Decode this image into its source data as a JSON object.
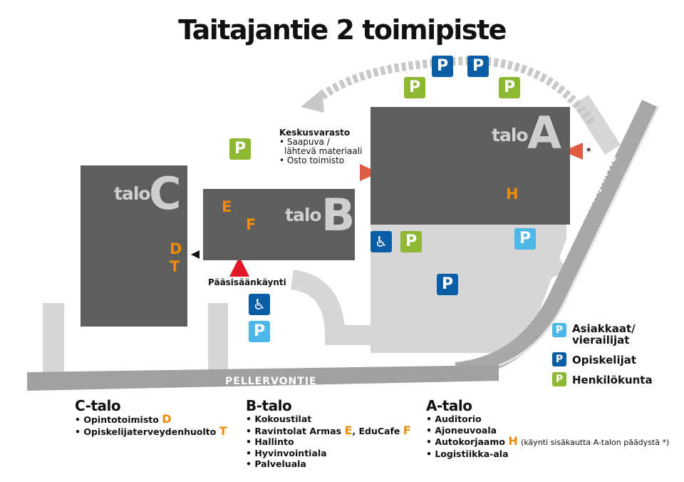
{
  "title": "Taitajantie 2 toimipiste",
  "buildings": {
    "c": {
      "talo": "talo",
      "letter": "C",
      "markers": [
        "D",
        "T"
      ]
    },
    "b": {
      "talo": "talo",
      "letter": "B",
      "markers": [
        "E",
        "F"
      ]
    },
    "a": {
      "talo": "talo",
      "letter": "A",
      "markers": [
        "H"
      ]
    }
  },
  "parking_symbol": "P",
  "keskusvarasto": {
    "title": "Keskusvarasto",
    "items": [
      "Saapuva /",
      "lähtevä materiaali",
      "Osto toimisto"
    ]
  },
  "entrance": "Pääsisäänkäynti",
  "asterisk": "*",
  "roads": {
    "pellervontie": "PELLERVONTIE",
    "taitajantie": "TAITAJANTIE"
  },
  "legend": [
    {
      "label": "Asiakkaat/ vierailijat",
      "color": "#4bb8e8"
    },
    {
      "label": "Opiskelijat",
      "color": "#0a5ea8"
    },
    {
      "label": "Henkilökunta",
      "color": "#8cb832"
    }
  ],
  "colors": {
    "building": "#5e5e5e",
    "marker": "#f08c00",
    "entrance_arrow": "#e0182a",
    "side_arrow": "#e05a44"
  },
  "sections": {
    "c": {
      "title": "C-talo",
      "items": [
        {
          "text": "Opintotoimisto",
          "mark": "D"
        },
        {
          "text": "Opiskelijaterveydenhuolto",
          "mark": "T"
        }
      ]
    },
    "b": {
      "title": "B-talo",
      "items": [
        "Kokoustilat",
        "Ravintolat Armas",
        "Hallinto",
        "Hyvinvointiala",
        "Palveluala"
      ],
      "marks": [
        "E",
        ", EduCafe",
        "F"
      ]
    },
    "a": {
      "title": "A-talo",
      "items": [
        "Auditorio",
        "Ajoneuvoala",
        "Autokorjaamo",
        "Logistiikka-ala"
      ],
      "mark": "H",
      "note": "(käynti sisäkautta A-talon päädystä *)"
    }
  }
}
